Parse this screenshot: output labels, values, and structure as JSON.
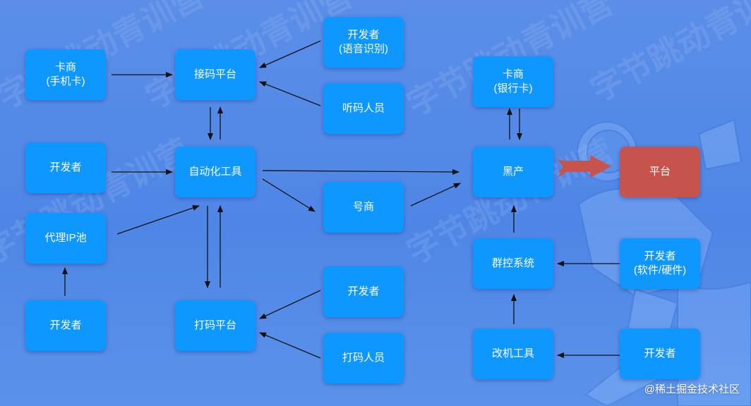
{
  "watermark": "字节跳动青训营",
  "footer": "@稀土掘金技术社区",
  "colors": {
    "node": "#0e97ff",
    "platform": "#c7544c",
    "arrow": "#111111",
    "accent_arrow": "#c7544c"
  },
  "nodes": {
    "card_sim": {
      "line1": "卡商",
      "line2": "(手机卡)"
    },
    "code_platform": {
      "line1": "接码平台"
    },
    "dev_voice": {
      "line1": "开发者",
      "line2": "(语音识别)"
    },
    "listener": {
      "line1": "听码人员"
    },
    "dev_tool": {
      "line1": "开发者"
    },
    "auto_tool": {
      "line1": "自动化工具"
    },
    "ip_pool": {
      "line1": "代理IP池"
    },
    "dev_ip": {
      "line1": "开发者"
    },
    "number_dealer": {
      "line1": "号商"
    },
    "captcha_platform": {
      "line1": "打码平台"
    },
    "dev_captcha": {
      "line1": "开发者"
    },
    "captcha_worker": {
      "line1": "打码人员"
    },
    "card_bank": {
      "line1": "卡商",
      "line2": "(银行卡)"
    },
    "black_market": {
      "line1": "黑产"
    },
    "platform": {
      "line1": "平台"
    },
    "group_control": {
      "line1": "群控系统"
    },
    "dev_sw_hw": {
      "line1": "开发者",
      "line2": "(软件/硬件)"
    },
    "modify_tool": {
      "line1": "改机工具"
    },
    "dev_modify": {
      "line1": "开发者"
    }
  }
}
